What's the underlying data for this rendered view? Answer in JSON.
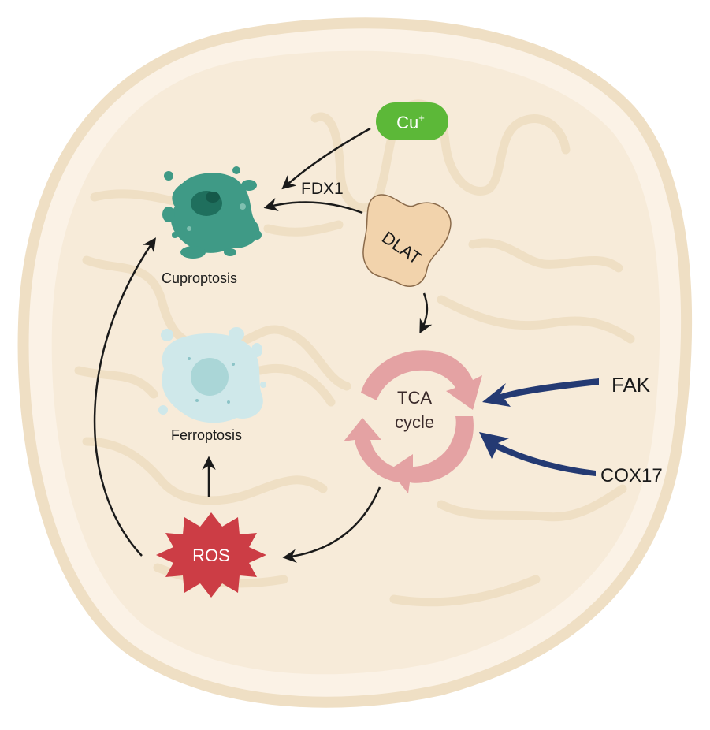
{
  "labels": {
    "cu_base": "Cu",
    "cu_sup": "+",
    "fdx1": "FDX1",
    "dlat": "DLAT",
    "cuproptosis": "Cuproptosis",
    "ferroptosis": "Ferroptosis",
    "tca_line1": "TCA",
    "tca_line2": "cycle",
    "fak": "FAK",
    "cox17": "COX17",
    "ros": "ROS"
  },
  "colors": {
    "membrane_fill": "#f7ebd9",
    "membrane_stroke": "#eddcbf",
    "cu_pill": "#5cb838",
    "cuproptosis_cell": "#3f9a86",
    "ferroptosis_cell": "#cfe8ea",
    "dlat_fill": "#f2d3ac",
    "tca_arrow": "#e4a2a3",
    "ros_fill": "#cc3d45",
    "inhibitor_arrow": "#243a73",
    "arrow_line": "#1a1a1a"
  }
}
